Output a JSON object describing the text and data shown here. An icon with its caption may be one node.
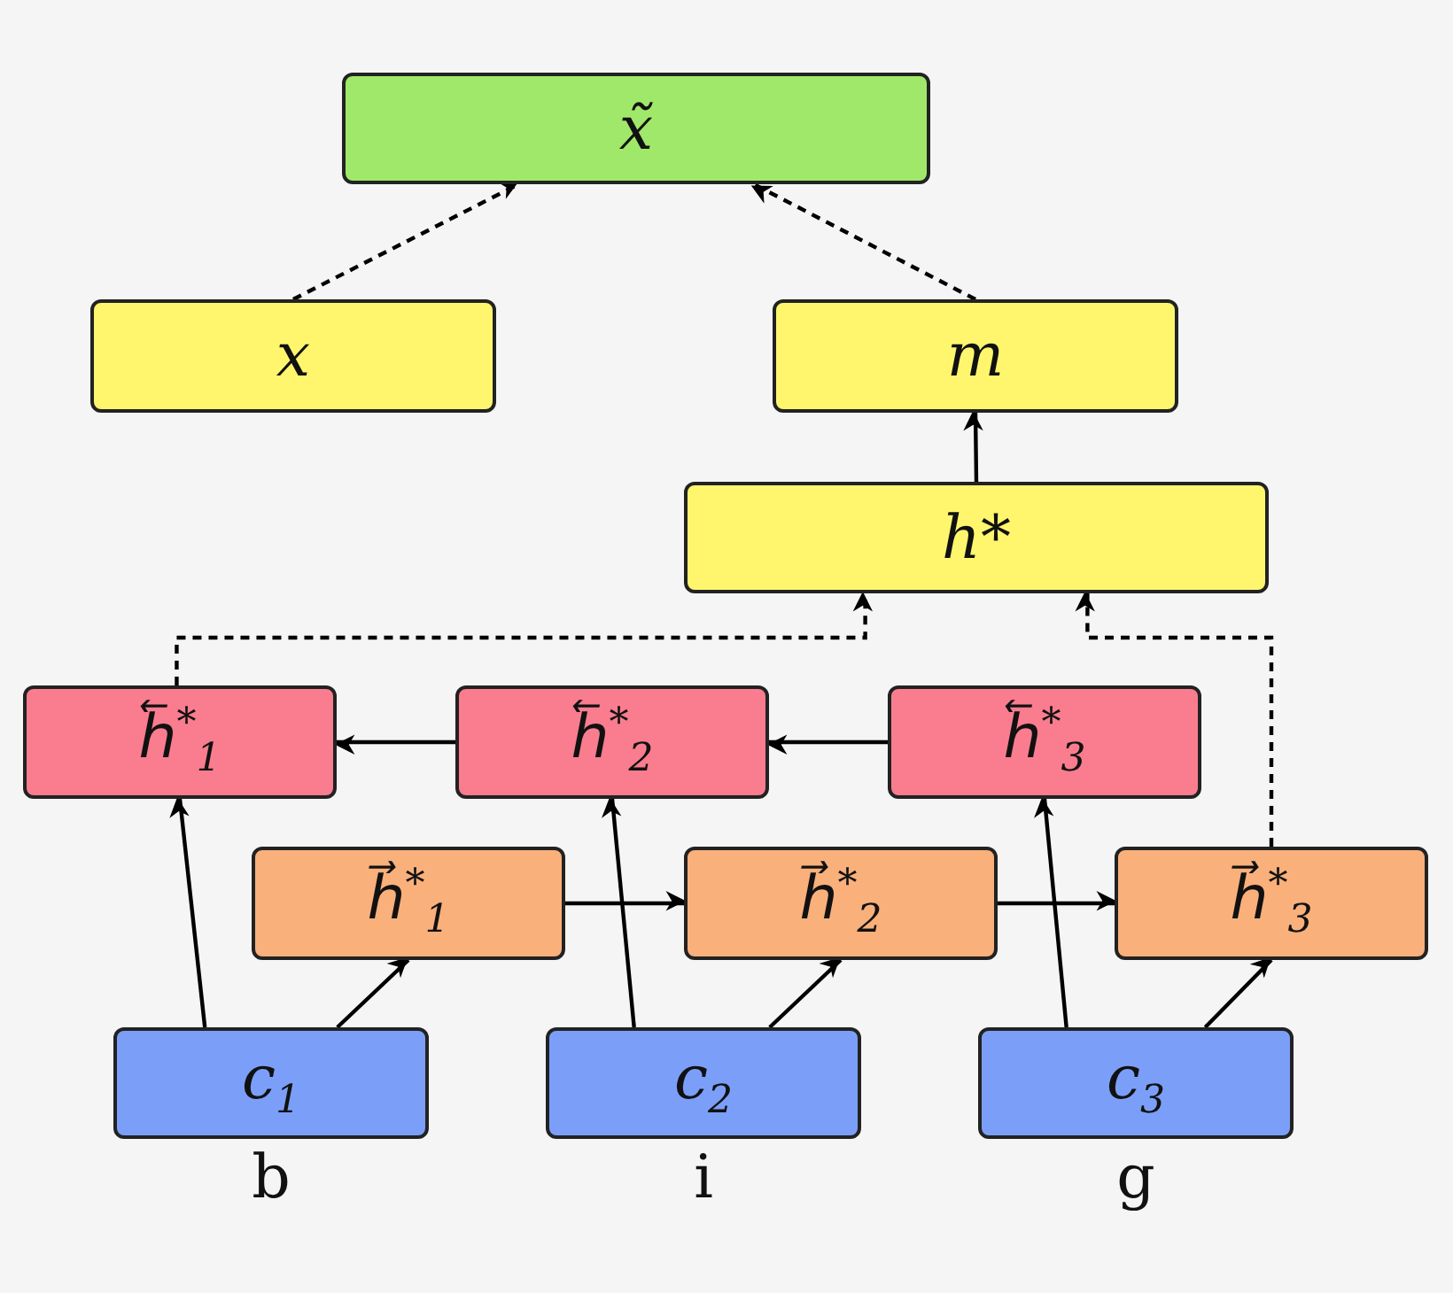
{
  "diagram": {
    "nodes": [
      {
        "text": [
          "x̃"
        ]
      },
      {
        "text": [
          "x"
        ]
      },
      {
        "text": [
          "m"
        ]
      },
      {
        "text": [
          "h*"
        ]
      },
      {
        "text": [
          "h⃖$^{*}$$_{1}$"
        ]
      },
      {
        "text": [
          "h⃖$^{*}$$_{2}$"
        ]
      },
      {
        "text": [
          "h⃖$^{*}$$_{3}$"
        ]
      },
      {
        "text": [
          "h⃗$^{*}$$_{1}$"
        ]
      },
      {
        "text": [
          "h⃗$^{*}$$_{2}$"
        ]
      },
      {
        "text": [
          "h⃗$^{*}$$_{3}$"
        ]
      },
      {
        "text": [
          "c$_{1}$"
        ],
        "beside": [
          "b"
        ]
      },
      {
        "text": [
          "c$_{2}$"
        ],
        "beside": [
          "i"
        ]
      },
      {
        "text": [
          "c$_{3}$"
        ],
        "beside": [
          "g"
        ]
      }
    ],
    "edges": [
      {
        "from": 1,
        "to": 0,
        "arrow": "to",
        "style": "dashed"
      },
      {
        "from": 2,
        "to": 0,
        "arrow": "to",
        "style": "dashed"
      },
      {
        "from": 3,
        "to": 2,
        "arrow": "to"
      },
      {
        "from": 4,
        "to": 3,
        "arrow": "to",
        "style": "dashed"
      },
      {
        "from": 9,
        "to": 3,
        "arrow": "to",
        "style": "dashed"
      },
      {
        "from": 5,
        "to": 4,
        "arrow": "to"
      },
      {
        "from": 6,
        "to": 5,
        "arrow": "to"
      },
      {
        "from": 7,
        "to": 8,
        "arrow": "to"
      },
      {
        "from": 8,
        "to": 9,
        "arrow": "to"
      },
      {
        "from": 10,
        "to": 4,
        "arrow": "to"
      },
      {
        "from": 10,
        "to": 7,
        "arrow": "to"
      },
      {
        "from": 11,
        "to": 5,
        "arrow": "to"
      },
      {
        "from": 11,
        "to": 8,
        "arrow": "to"
      },
      {
        "from": 12,
        "to": 6,
        "arrow": "to"
      },
      {
        "from": 12,
        "to": 9,
        "arrow": "to"
      }
    ]
  }
}
